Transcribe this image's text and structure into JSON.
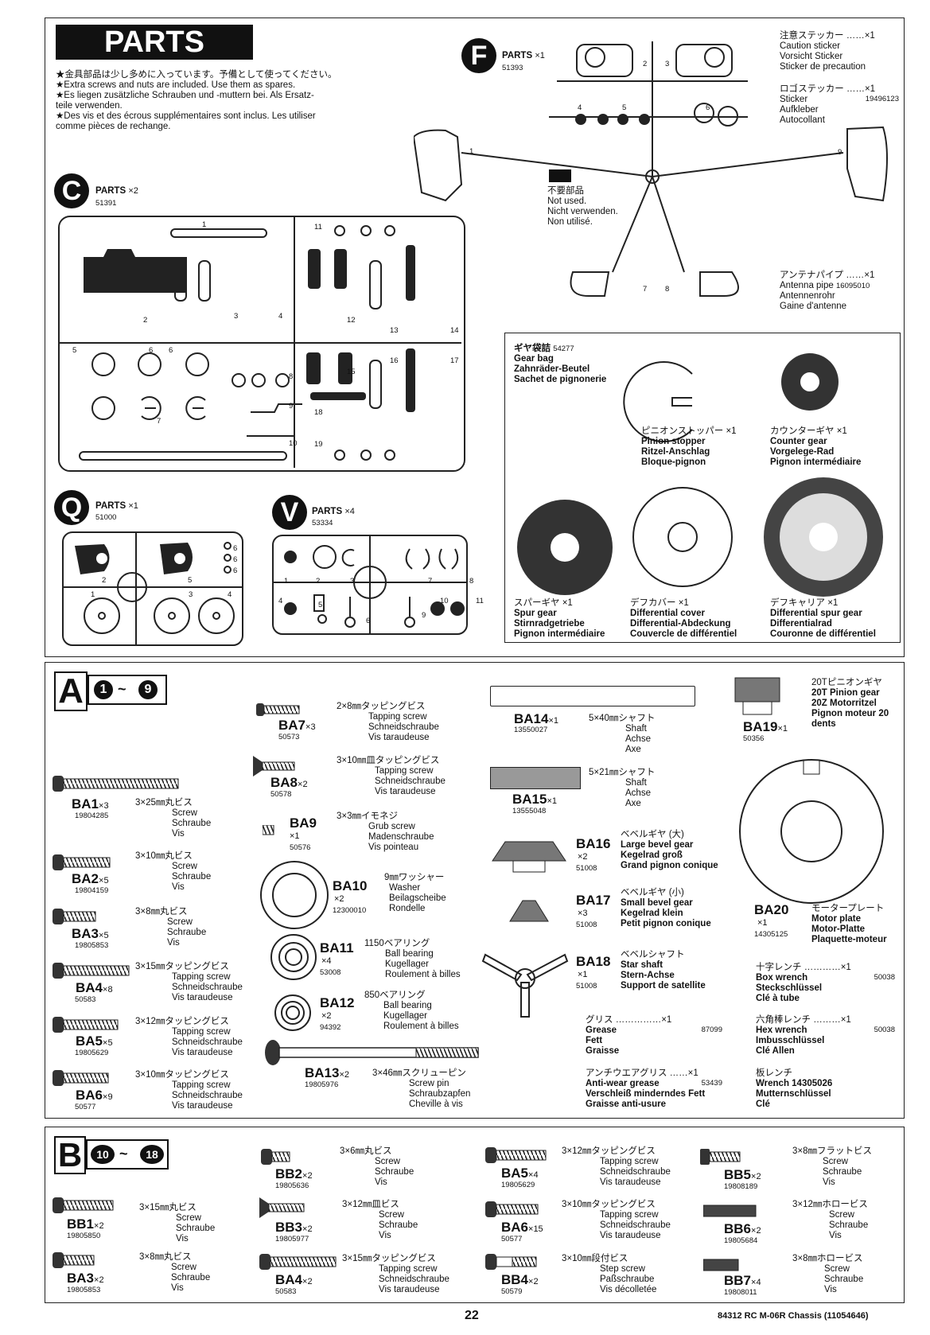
{
  "header": {
    "title": "PARTS",
    "notes": [
      "★金具部品は少し多めに入っています。予備として使ってください。",
      "★Extra screws and nuts are included. Use them as spares.",
      "★Es liegen zusätzliche Schrauben und -muttern bei. Als Ersatz-",
      "teile verwenden.",
      "★Des vis et des écrous supplémentaires sont inclus. Les utiliser",
      "comme pièces de rechange."
    ]
  },
  "trees": {
    "F": {
      "letter": "F",
      "label": "PARTS",
      "qty": "×1",
      "code": "51393",
      "unused": [
        "不要部品",
        "Not used.",
        "Nicht verwenden.",
        "Non utilisé."
      ],
      "numbers": [
        "1",
        "2",
        "3",
        "4",
        "5",
        "6",
        "7",
        "8",
        "9"
      ]
    },
    "C": {
      "letter": "C",
      "label": "PARTS",
      "qty": "×2",
      "code": "51391",
      "numbers": [
        "1",
        "2",
        "3",
        "4",
        "5",
        "6",
        "6",
        "7",
        "8",
        "9",
        "10",
        "11",
        "12",
        "13",
        "14",
        "15",
        "16",
        "17",
        "18",
        "19"
      ]
    },
    "Q": {
      "letter": "Q",
      "label": "PARTS",
      "qty": "×1",
      "code": "51000",
      "numbers": [
        "2",
        "5",
        "6",
        "6",
        "6",
        "1",
        "3",
        "4"
      ]
    },
    "V": {
      "letter": "V",
      "label": "PARTS",
      "qty": "×4",
      "code": "53334",
      "numbers": [
        "1",
        "2",
        "3",
        "7",
        "8",
        "4",
        "5",
        "6",
        "9",
        "10",
        "11"
      ]
    }
  },
  "stickers": [
    {
      "jp": "注意ステッカー",
      "dots": "……",
      "qty": "×1",
      "lines": [
        "Caution sticker",
        "Vorsicht Sticker",
        "Sticker de precaution"
      ],
      "code": ""
    },
    {
      "jp": "ロゴステッカー",
      "dots": "……",
      "qty": "×1",
      "lines": [
        "Sticker",
        "Aufkleber",
        "Autocollant"
      ],
      "code": "19496123"
    },
    {
      "jp": "アンテナパイプ",
      "dots": "……",
      "qty": "×1",
      "lines": [
        "Antenna pipe",
        "Antennenrohr",
        "Gaine d'antenne"
      ],
      "code": "16095010"
    }
  ],
  "gearbag": {
    "jp": "ギヤ袋詰",
    "code": "54277",
    "lines": [
      "Gear bag",
      "Zahnräder-Beutel",
      "Sachet de pignonerie"
    ],
    "items": [
      {
        "jp": "ピニオンストッパー ×1",
        "lines": [
          "Pinion stopper",
          "Ritzel-Anschlag",
          "Bloque-pignon"
        ]
      },
      {
        "jp": "カウンターギヤ ×1",
        "lines": [
          "Counter gear",
          "Vorgelege-Rad",
          "Pignon intermédiaire"
        ]
      },
      {
        "jp": "スパーギヤ ×1",
        "lines": [
          "Spur gear",
          "Stirnradgetriebe",
          "Pignon intermédiaire"
        ]
      },
      {
        "jp": "デフカバー ×1",
        "lines": [
          "Differential cover",
          "Differential-Abdeckung",
          "Couvercle de différentiel"
        ]
      },
      {
        "jp": "デフキャリア ×1",
        "lines": [
          "Differential spur gear",
          "Differentialrad",
          "Couronne de différentiel"
        ]
      }
    ]
  },
  "bagA": {
    "letter": "A",
    "range_start": "1",
    "range_sep": "~",
    "range_end": "9",
    "items": [
      {
        "id": "BA1",
        "qty": "×3",
        "code": "19804285",
        "jp": "3×25㎜丸ビス",
        "lines": [
          "Screw",
          "Schraube",
          "Vis"
        ]
      },
      {
        "id": "BA2",
        "qty": "×5",
        "code": "19804159",
        "jp": "3×10㎜丸ビス",
        "lines": [
          "Screw",
          "Schraube",
          "Vis"
        ]
      },
      {
        "id": "BA3",
        "qty": "×5",
        "code": "19805853",
        "jp": "3×8㎜丸ビス",
        "lines": [
          "Screw",
          "Schraube",
          "Vis"
        ]
      },
      {
        "id": "BA4",
        "qty": "×8",
        "code": "50583",
        "jp": "3×15㎜タッピングビス",
        "lines": [
          "Tapping screw",
          "Schneidschraube",
          "Vis taraudeuse"
        ]
      },
      {
        "id": "BA5",
        "qty": "×5",
        "code": "19805629",
        "jp": "3×12㎜タッピングビス",
        "lines": [
          "Tapping screw",
          "Schneidschraube",
          "Vis taraudeuse"
        ]
      },
      {
        "id": "BA6",
        "qty": "×9",
        "code": "50577",
        "jp": "3×10㎜タッピングビス",
        "lines": [
          "Tapping screw",
          "Schneidschraube",
          "Vis taraudeuse"
        ]
      },
      {
        "id": "BA7",
        "qty": "×3",
        "code": "50573",
        "jp": "2×8㎜タッピングビス",
        "lines": [
          "Tapping screw",
          "Schneidschraube",
          "Vis taraudeuse"
        ]
      },
      {
        "id": "BA8",
        "qty": "×2",
        "code": "50578",
        "jp": "3×10㎜皿タッピングビス",
        "lines": [
          "Tapping screw",
          "Schneidschraube",
          "Vis taraudeuse"
        ]
      },
      {
        "id": "BA9",
        "qty": "×1",
        "code": "50576",
        "jp": "3×3㎜イモネジ",
        "lines": [
          "Grub screw",
          "Madenschraube",
          "Vis pointeau"
        ]
      },
      {
        "id": "BA10",
        "qty": "×2",
        "code": "12300010",
        "jp": "9㎜ワッシャー",
        "lines": [
          "Washer",
          "Beilagscheibe",
          "Rondelle"
        ]
      },
      {
        "id": "BA11",
        "qty": "×4",
        "code": "53008",
        "jp": "1150ベアリング",
        "lines": [
          "Ball bearing",
          "Kugellager",
          "Roulement à billes"
        ]
      },
      {
        "id": "BA12",
        "qty": "×2",
        "code": "94392",
        "jp": "850ベアリング",
        "lines": [
          "Ball bearing",
          "Kugellager",
          "Roulement à billes"
        ]
      },
      {
        "id": "BA13",
        "qty": "×2",
        "code": "19805976",
        "jp": "3×46㎜スクリューピン",
        "lines": [
          "Screw pin",
          "Schraubzapfen",
          "Cheville à vis"
        ]
      },
      {
        "id": "BA14",
        "qty": "×1",
        "code": "13550027",
        "jp": "5×40㎜シャフト",
        "lines": [
          "Shaft",
          "Achse",
          "Axe"
        ]
      },
      {
        "id": "BA15",
        "qty": "×1",
        "code": "13555048",
        "jp": "5×21㎜シャフト",
        "lines": [
          "Shaft",
          "Achse",
          "Axe"
        ]
      },
      {
        "id": "BA16",
        "qty": "×2",
        "code": "51008",
        "jp": "ベベルギヤ (大)",
        "lines": [
          "Large bevel gear",
          "Kegelrad groß",
          "Grand pignon conique"
        ]
      },
      {
        "id": "BA17",
        "qty": "×3",
        "code": "51008",
        "jp": "ベベルギヤ (小)",
        "lines": [
          "Small bevel gear",
          "Kegelrad klein",
          "Petit pignon conique"
        ]
      },
      {
        "id": "BA18",
        "qty": "×1",
        "code": "51008",
        "jp": "ベベルシャフト",
        "lines": [
          "Star shaft",
          "Stern-Achse",
          "Support de satellite"
        ]
      },
      {
        "id": "BA19",
        "qty": "×1",
        "code": "50356",
        "jp": "20Tピニオンギヤ",
        "lines": [
          "20T Pinion gear",
          "20Z Motorritzel",
          "Pignon moteur 20",
          "dents"
        ]
      },
      {
        "id": "BA20",
        "qty": "×1",
        "code": "14305125",
        "jp": "モータープレート",
        "lines": [
          "Motor plate",
          "Motor-Platte",
          "Plaquette-moteur"
        ]
      }
    ],
    "tools": [
      {
        "jp": "グリス",
        "dots": "……………",
        "qty": "×1",
        "lines": [
          "Grease",
          "Fett",
          "Graisse"
        ],
        "code": "87099"
      },
      {
        "jp": "アンチウエアグリス",
        "dots": "……",
        "qty": "×1",
        "lines": [
          "Anti-wear grease",
          "Verschleiß minderndes Fett",
          "Graisse anti-usure"
        ],
        "code": "53439"
      },
      {
        "jp": "十字レンチ",
        "dots": "…………",
        "qty": "×1",
        "lines": [
          "Box wrench",
          "Steckschlüssel",
          "Clé à tube"
        ],
        "code": "50038"
      },
      {
        "jp": "六角棒レンチ",
        "dots": "………",
        "qty": "×1",
        "lines": [
          "Hex wrench",
          "Imbusschlüssel",
          "Clé Allen"
        ],
        "code": "50038"
      },
      {
        "jp": "板レンチ",
        "dots": "",
        "qty": "",
        "lines": [
          "Wrench 14305026",
          "Mutternschlüssel",
          "Clé"
        ],
        "code": ""
      }
    ]
  },
  "bagB": {
    "letter": "B",
    "range_start": "10",
    "range_sep": "~",
    "range_end": "18",
    "items": [
      {
        "id": "BB1",
        "qty": "×2",
        "code": "19805850",
        "jp": "3×15㎜丸ビス",
        "lines": [
          "Screw",
          "Schraube",
          "Vis"
        ]
      },
      {
        "id": "BA3",
        "qty": "×2",
        "code": "19805853",
        "jp": "3×8㎜丸ビス",
        "lines": [
          "Screw",
          "Schraube",
          "Vis"
        ]
      },
      {
        "id": "BB2",
        "qty": "×2",
        "code": "19805636",
        "jp": "3×6㎜丸ビス",
        "lines": [
          "Screw",
          "Schraube",
          "Vis"
        ]
      },
      {
        "id": "BB3",
        "qty": "×2",
        "code": "19805977",
        "jp": "3×12㎜皿ビス",
        "lines": [
          "Screw",
          "Schraube",
          "Vis"
        ]
      },
      {
        "id": "BA4",
        "qty": "×2",
        "code": "50583",
        "jp": "3×15㎜タッピングビス",
        "lines": [
          "Tapping screw",
          "Schneidschraube",
          "Vis taraudeuse"
        ]
      },
      {
        "id": "BA5",
        "qty": "×4",
        "code": "19805629",
        "jp": "3×12㎜タッピングビス",
        "lines": [
          "Tapping screw",
          "Schneidschraube",
          "Vis taraudeuse"
        ]
      },
      {
        "id": "BA6",
        "qty": "×15",
        "code": "50577",
        "jp": "3×10㎜タッピングビス",
        "lines": [
          "Tapping screw",
          "Schneidschraube",
          "Vis taraudeuse"
        ]
      },
      {
        "id": "BB4",
        "qty": "×2",
        "code": "50579",
        "jp": "3×10㎜段付ビス",
        "lines": [
          "Step screw",
          "Paßschraube",
          "Vis décolletée"
        ]
      },
      {
        "id": "BB5",
        "qty": "×2",
        "code": "19808189",
        "jp": "3×8㎜フラットビス",
        "lines": [
          "Screw",
          "Schraube",
          "Vis"
        ]
      },
      {
        "id": "BB6",
        "qty": "×2",
        "code": "19805684",
        "jp": "3×12㎜ホロービス",
        "lines": [
          "Screw",
          "Schraube",
          "Vis"
        ]
      },
      {
        "id": "BB7",
        "qty": "×4",
        "code": "19808011",
        "jp": "3×8㎜ホロービス",
        "lines": [
          "Screw",
          "Schraube",
          "Vis"
        ]
      }
    ]
  },
  "footer": {
    "page": "22",
    "doc": "84312 RC M-06R Chassis (11054646)"
  }
}
